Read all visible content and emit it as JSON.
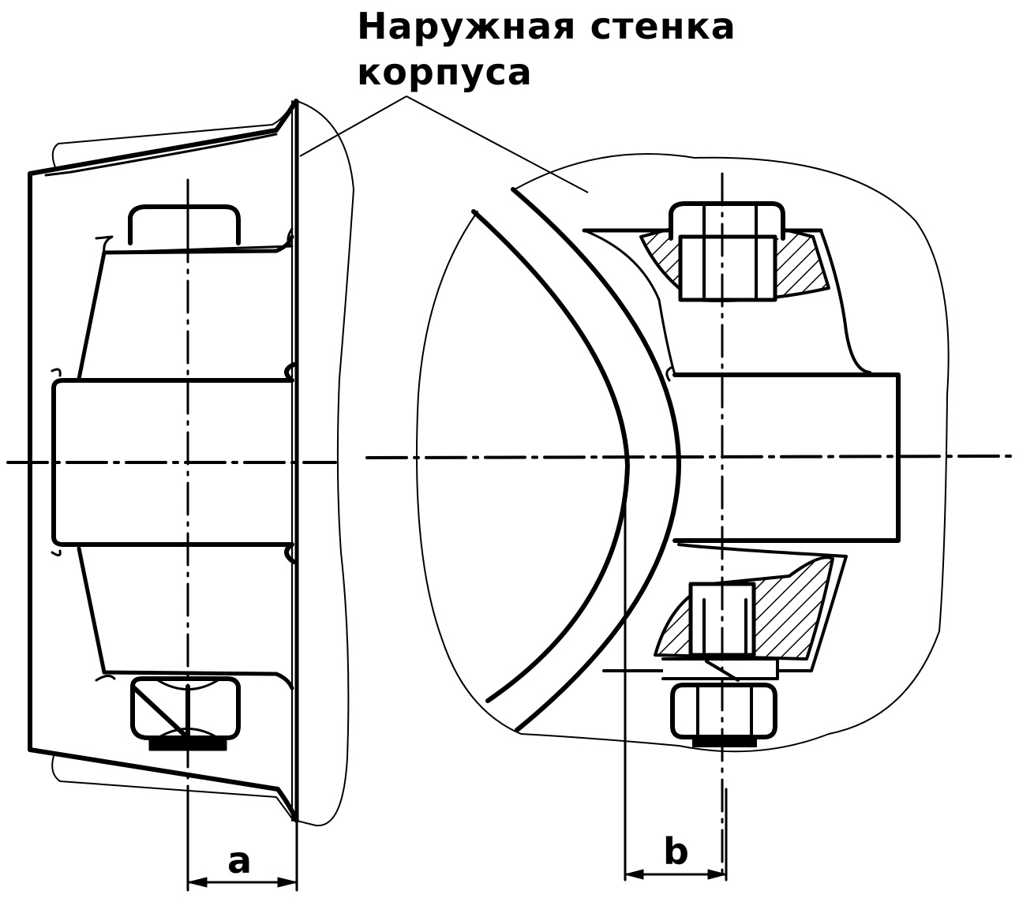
{
  "callout": {
    "line1": "Наружная  стенка",
    "line2": "корпуса"
  },
  "dimensions": {
    "left": "a",
    "right": "b"
  },
  "colors": {
    "ink": "#000000",
    "paper": "#ffffff"
  }
}
